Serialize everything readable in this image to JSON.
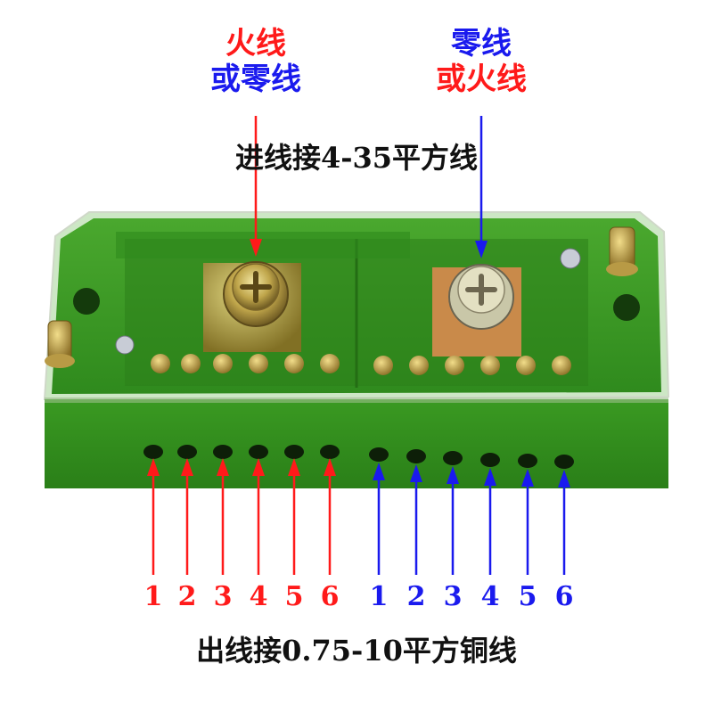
{
  "labels": {
    "left_wire_line1": "火线",
    "left_wire_line2": "或零线",
    "right_wire_line1": "零线",
    "right_wire_line2": "或火线",
    "input_caption": "进线接4-35平方线",
    "output_caption": "出线接0.75-10平方铜线"
  },
  "outputs": {
    "red_numbers": [
      "1",
      "2",
      "3",
      "4",
      "5",
      "6"
    ],
    "blue_numbers": [
      "1",
      "2",
      "3",
      "4",
      "5",
      "6"
    ]
  },
  "colors": {
    "red": "#ff1a1a",
    "blue": "#1a1aee",
    "housing_green": "#2f8f1f",
    "copper": "#c98a4a",
    "background": "#ffffff"
  }
}
